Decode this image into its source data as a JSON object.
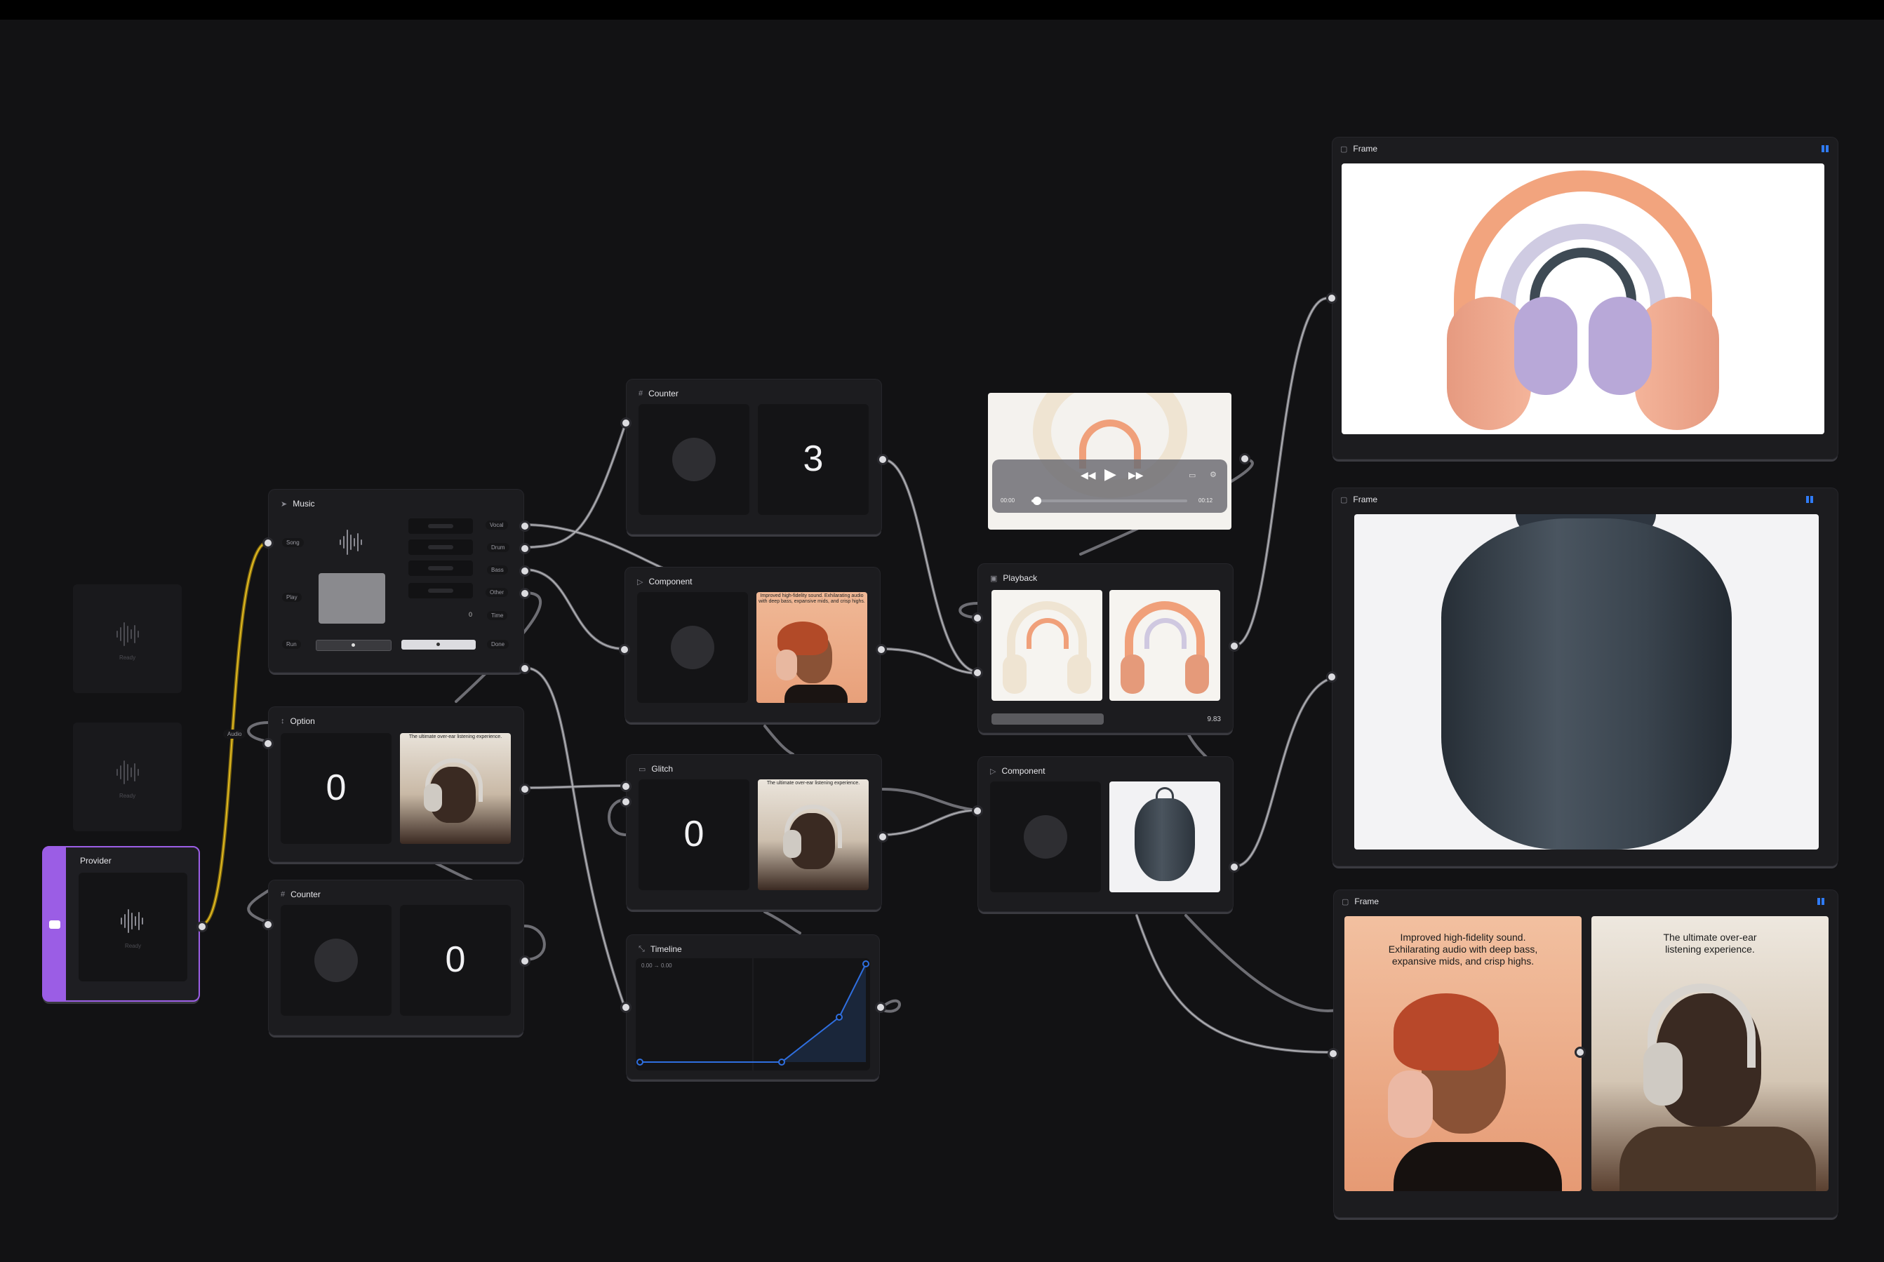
{
  "nodes": {
    "provider": {
      "title": "Provider",
      "status": "Ready"
    },
    "ghost1": {
      "status": "Ready"
    },
    "ghost2": {
      "status": "Ready"
    },
    "music": {
      "title": "Music",
      "inputs": {
        "song": "Song",
        "play": "Play",
        "run": "Run"
      },
      "outputs": {
        "vocal": "Vocal",
        "drum": "Drum",
        "bass": "Bass",
        "other": "Other",
        "time": "Time",
        "done": "Done"
      },
      "time_value": "0"
    },
    "audio_label": "Audio",
    "option": {
      "title": "Option",
      "value": "0",
      "caption": "The ultimate over-ear listening experience."
    },
    "counter_small": {
      "title": "Counter",
      "value": "0"
    },
    "counter_top": {
      "title": "Counter",
      "value": "3"
    },
    "component_mid": {
      "title": "Component",
      "caption": "Improved high-fidelity sound. Exhilarating audio with deep bass, expansive mids, and crisp highs."
    },
    "glitch": {
      "title": "Glitch",
      "value": "0",
      "caption": "The ultimate over-ear listening experience."
    },
    "timeline": {
      "title": "Timeline",
      "readout": "0.00 → 0.00"
    },
    "player": {
      "time_start": "00:00",
      "time_end": "00:12",
      "progress": 0.02
    },
    "playback": {
      "title": "Playback",
      "value": "9.83"
    },
    "component_right": {
      "title": "Component"
    },
    "frame1": {
      "title": "Frame"
    },
    "frame2": {
      "title": "Frame"
    },
    "frame3": {
      "title": "Frame",
      "caption_left": "Improved high-fidelity sound. Exhilarating audio with deep bass, expansive mids, and crisp highs.",
      "caption_right": "The ultimate over-ear listening experience."
    }
  },
  "colors": {
    "background": "#121214",
    "node": "#1c1c1f",
    "provider_accent": "#9b5de5",
    "audio_wire": "#e0b820",
    "wire": "#8a8a90",
    "timeline_line": "#2f6fe0",
    "frame_icon": "#2f7bf6"
  }
}
